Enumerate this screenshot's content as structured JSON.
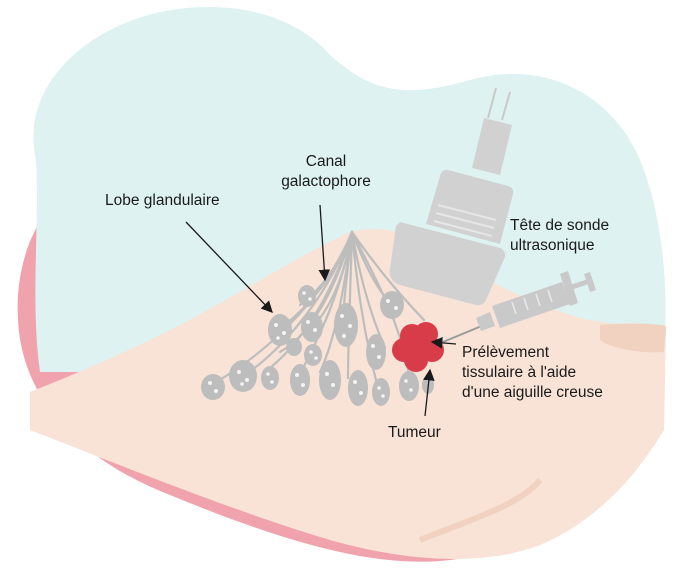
{
  "labels": {
    "canal_line1": "Canal",
    "canal_line2": "galactophore",
    "lobe": "Lobe glandulaire",
    "probe_line1": "Tête de sonde",
    "probe_line2": "ultrasonique",
    "biopsy_line1": "Prélèvement",
    "biopsy_line2": "tissulaire à l'aide",
    "biopsy_line3": "d'une aiguille creuse",
    "tumor": "Tumeur"
  },
  "colors": {
    "background_blob": "#def2f1",
    "back_skin": "#f0a3ad",
    "breast_skin": "#f8e3d6",
    "breast_edge": "#f1d2c0",
    "gland": "#bdbdbd",
    "probe": "#d1d1d1",
    "tumor": "#d83c48",
    "syringe": "#c9c9c9",
    "arrow": "#1a1a1a"
  },
  "icons": {
    "probe": "ultrasound-probe-icon",
    "syringe": "syringe-icon",
    "tumor": "tumor-icon"
  }
}
